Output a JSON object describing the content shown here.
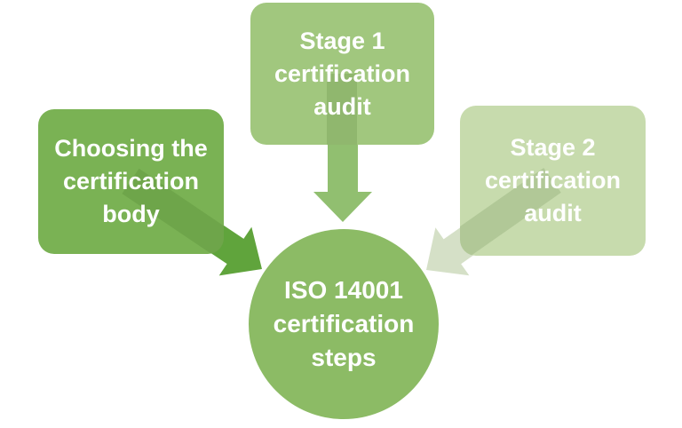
{
  "background": "#ffffff",
  "text_color": "#ffffff",
  "nodes": {
    "left_box": {
      "lines": [
        "Choosing the",
        "certification",
        "body"
      ],
      "color": "#7ab254"
    },
    "top_box": {
      "lines": [
        "Stage 1",
        "certification",
        "audit"
      ],
      "color": "#a1c77e"
    },
    "right_box": {
      "lines": [
        "Stage 2",
        "certification",
        "audit"
      ],
      "color": "#c7dbad"
    },
    "center_circle": {
      "lines": [
        "ISO 14001",
        "certification",
        "steps"
      ],
      "color": "#8cbb65"
    }
  },
  "arrows": {
    "left": {
      "name": "left-box-to-circle-arrow",
      "color": "#60a43c"
    },
    "middle": {
      "name": "top-box-to-circle-arrow",
      "color": "#91bf70"
    },
    "right": {
      "name": "right-box-to-circle-arrow",
      "color": "#d5e0c7"
    }
  }
}
